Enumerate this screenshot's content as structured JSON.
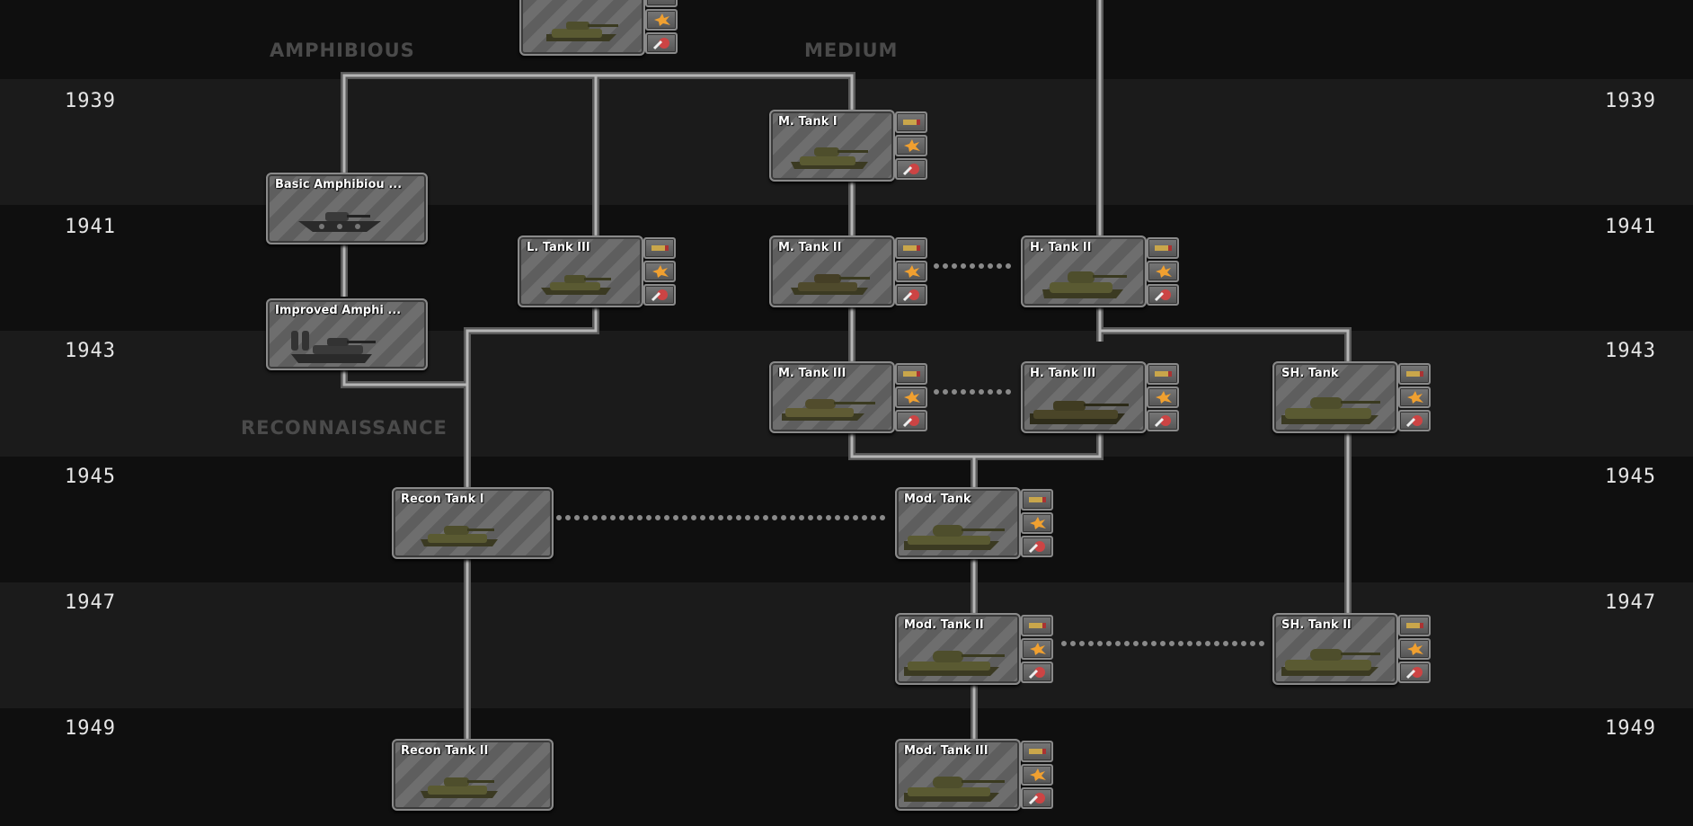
{
  "years": [
    "1939",
    "1941",
    "1943",
    "1945",
    "1947",
    "1949"
  ],
  "sections": {
    "amphibious": "AMPHIBIOUS",
    "medium": "MEDIUM",
    "reconnaissance": "RECONNAISSANCE"
  },
  "techs": {
    "m_tank_1": "M. Tank I",
    "basic_amphibious": "Basic Amphibiou ...",
    "l_tank_3": "L. Tank III",
    "m_tank_2": "M. Tank II",
    "h_tank_2": "H. Tank II",
    "improved_amphibious": "Improved Amphi ...",
    "m_tank_3": "M. Tank III",
    "h_tank_3": "H. Tank III",
    "sh_tank": "SH. Tank",
    "recon_tank_1": "Recon Tank I",
    "mod_tank": "Mod. Tank",
    "mod_tank_2": "Mod. Tank II",
    "sh_tank_2": "SH. Tank II",
    "recon_tank_2": "Recon Tank II",
    "mod_tank_3": "Mod. Tank III"
  },
  "icons": [
    "ammo-icon",
    "explosion-icon",
    "repair-icon"
  ],
  "colors": {
    "connector": "#9a9a9a",
    "card_border": "#8a8a8a",
    "year_text": "#e6e6e6",
    "section_text": "#4a4a4a"
  }
}
